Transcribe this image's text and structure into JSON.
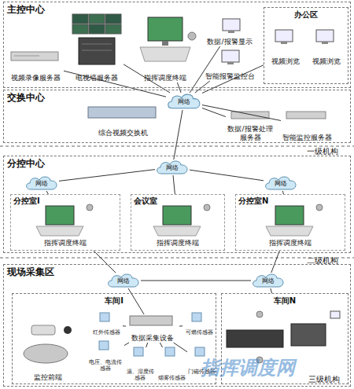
{
  "diagram": {
    "nodes": [
      {
        "text": [
          "主控中心"
        ]
      },
      {
        "text": [
          "视频录像服务器"
        ],
        "in": 0
      },
      {
        "text": [
          "电视墙服务器"
        ],
        "in": 0
      },
      {
        "text": [
          "指挥调度终端"
        ],
        "in": 0
      },
      {
        "text": [
          "数据/报警显示"
        ],
        "in": 0
      },
      {
        "text": [
          "智能报警监控台"
        ],
        "in": 0
      },
      {
        "text": [
          "办公区"
        ],
        "in": 0
      },
      {
        "text": [
          "视频浏览"
        ],
        "in": 6
      },
      {
        "text": [
          "视频浏览"
        ],
        "in": 6
      },
      {
        "text": [
          "交换中心"
        ]
      },
      {
        "text": [
          "网络"
        ],
        "in": 9
      },
      {
        "text": [
          "综合视频交换机"
        ],
        "in": 9
      },
      {
        "text": [
          "数据/报警处理服务器"
        ],
        "in": 9
      },
      {
        "text": [
          "智能监控服务器"
        ],
        "in": 9
      },
      {
        "text": [
          "分控中心"
        ]
      },
      {
        "text": [
          "网络"
        ],
        "in": 14
      },
      {
        "text": [
          "网络"
        ],
        "in": 14
      },
      {
        "text": [
          "网络"
        ],
        "in": 14
      },
      {
        "text": [
          "分控室I",
          "指挥调度终端"
        ],
        "in": 14
      },
      {
        "text": [
          "会议室",
          "指挥调度终端"
        ],
        "in": 14
      },
      {
        "text": [
          "分控室N",
          "指挥调度终端"
        ],
        "in": 14
      },
      {
        "text": [
          "现场采集区"
        ]
      },
      {
        "text": [
          "网络"
        ],
        "in": 21
      },
      {
        "text": [
          "网络"
        ],
        "in": 21
      },
      {
        "text": [
          "车间I"
        ],
        "in": 21
      },
      {
        "text": [
          "监控前端"
        ],
        "in": 24
      },
      {
        "text": [
          "数据采集设备"
        ],
        "in": 24
      },
      {
        "text": [
          "红外传感器"
        ],
        "in": 24
      },
      {
        "text": [
          "电压、电流传感器"
        ],
        "in": 24
      },
      {
        "text": [
          "温、湿度传感器"
        ],
        "in": 24
      },
      {
        "text": [
          "烟雾传感器"
        ],
        "in": 24
      },
      {
        "text": [
          "可燃传感器"
        ],
        "in": 24
      },
      {
        "text": [
          "门磁传感器"
        ],
        "in": 24
      },
      {
        "text": [
          "车间N"
        ],
        "in": 21
      }
    ],
    "edges": [
      {
        "from": 10,
        "to": 1,
        "arrow": "none"
      },
      {
        "from": 10,
        "to": 2,
        "arrow": "none"
      },
      {
        "from": 10,
        "to": 3,
        "arrow": "none"
      },
      {
        "from": 10,
        "to": 4,
        "arrow": "none"
      },
      {
        "from": 10,
        "to": 5,
        "arrow": "none"
      },
      {
        "from": 10,
        "to": 6,
        "arrow": "none"
      },
      {
        "from": 10,
        "to": 11,
        "arrow": "none"
      },
      {
        "from": 10,
        "to": 12,
        "arrow": "none"
      },
      {
        "from": 10,
        "to": 13,
        "arrow": "none"
      },
      {
        "from": 10,
        "to": 16,
        "arrow": "none"
      },
      {
        "from": 16,
        "to": 15,
        "arrow": "none"
      },
      {
        "from": 16,
        "to": 17,
        "arrow": "none"
      },
      {
        "from": 15,
        "to": 18,
        "arrow": "none"
      },
      {
        "from": 16,
        "to": 19,
        "arrow": "none"
      },
      {
        "from": 17,
        "to": 20,
        "arrow": "none"
      },
      {
        "from": 18,
        "to": 22,
        "arrow": "none"
      },
      {
        "from": 20,
        "to": 23,
        "arrow": "none"
      },
      {
        "from": 22,
        "to": 23,
        "arrow": "none"
      },
      {
        "from": 22,
        "to": 26,
        "arrow": "none"
      },
      {
        "from": 23,
        "to": 33,
        "arrow": "none"
      },
      {
        "from": 27,
        "to": 26,
        "arrow": "none"
      },
      {
        "from": 28,
        "to": 26,
        "arrow": "none"
      },
      {
        "from": 29,
        "to": 26,
        "arrow": "none"
      },
      {
        "from": 30,
        "to": 26,
        "arrow": "none"
      },
      {
        "from": 31,
        "to": 26,
        "arrow": "none"
      },
      {
        "from": 32,
        "to": 26,
        "arrow": "none"
      }
    ],
    "labels": [
      "一级机构",
      "二级机构",
      "三级机构",
      "指挥调度网"
    ]
  }
}
